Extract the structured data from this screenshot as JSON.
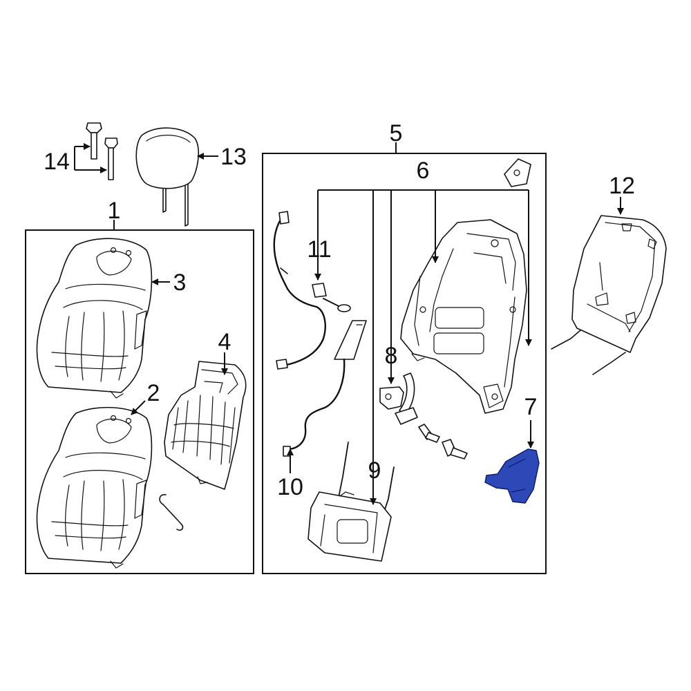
{
  "callouts": {
    "c1": "1",
    "c2": "2",
    "c3": "3",
    "c4": "4",
    "c5": "5",
    "c6": "6",
    "c7": "7",
    "c8": "8",
    "c9": "9",
    "c10": "10",
    "c11": "11",
    "c12": "12",
    "c13": "13",
    "c14": "14"
  },
  "colors": {
    "line": "#111111",
    "highlight": "#2e48b8",
    "background": "#ffffff"
  }
}
